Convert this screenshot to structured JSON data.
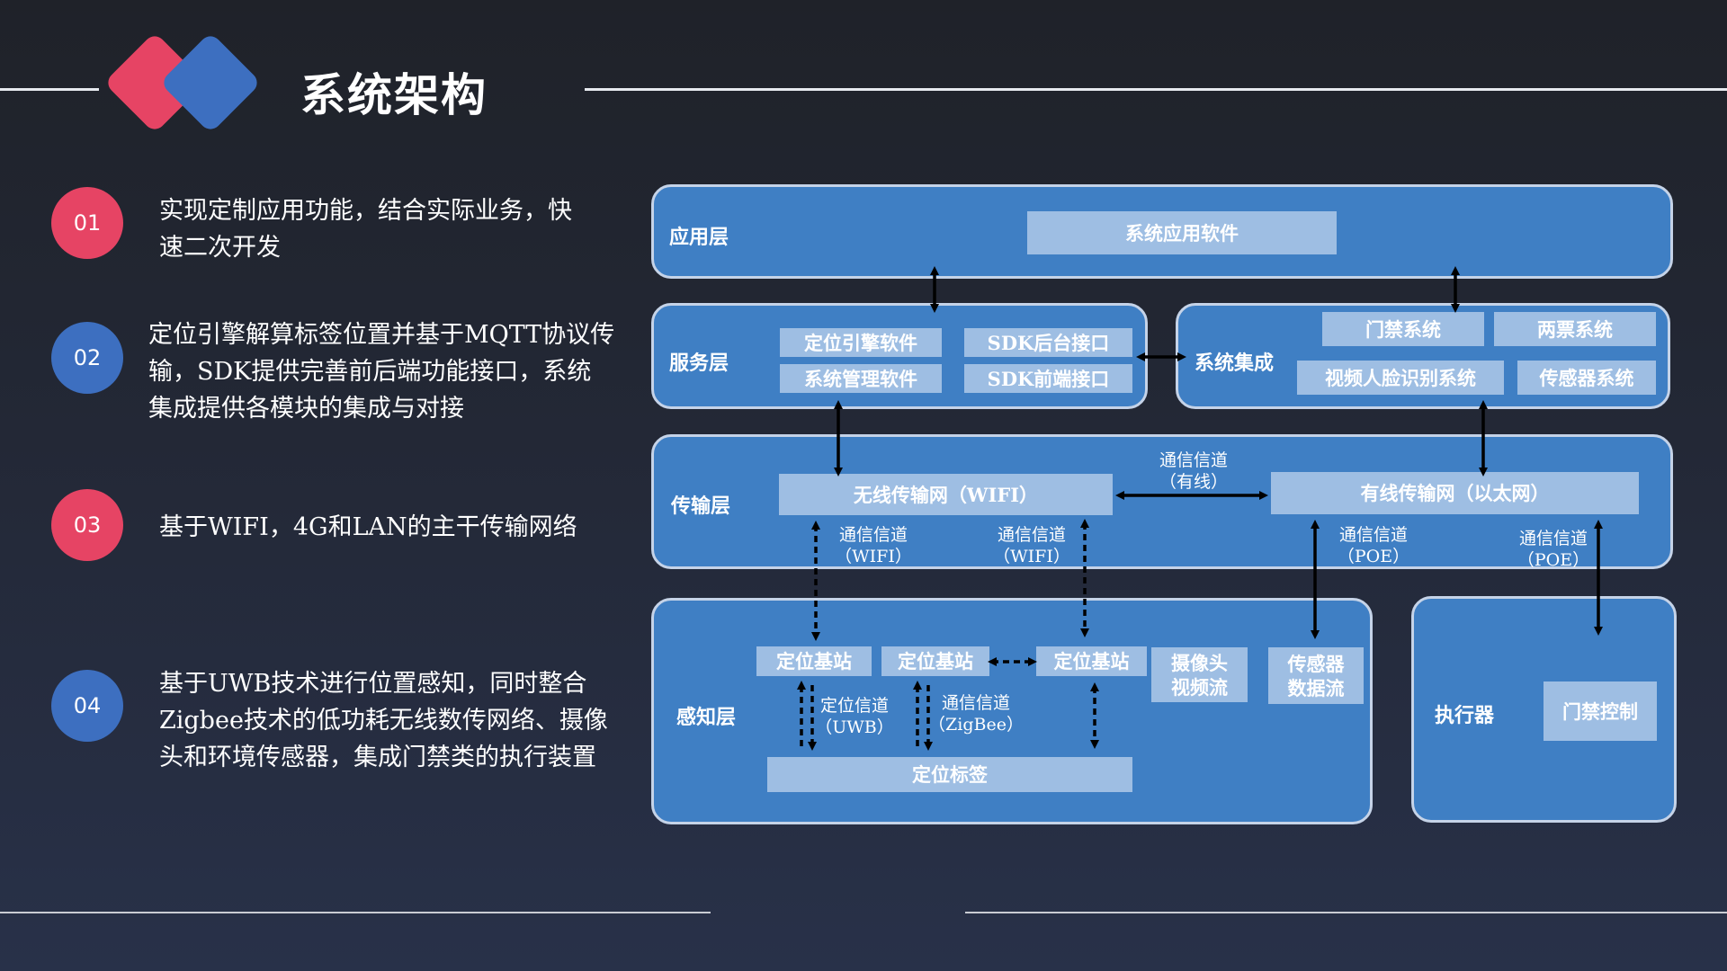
{
  "header": {
    "title": "系统架构",
    "logo_colors": {
      "left": "#e64464",
      "right": "#3d6fc0"
    }
  },
  "points": [
    {
      "num": "01",
      "lines": [
        "实现定制应用功能，结合实际业务，快",
        "速二次开发"
      ]
    },
    {
      "num": "02",
      "lines": [
        "定位引擎解算标签位置并基于MQTT协议传",
        "输，SDK提供完善前后端功能接口，系统",
        "集成提供各模块的集成与对接"
      ]
    },
    {
      "num": "03",
      "lines": [
        "基于WIFI，4G和LAN的主干传输网络"
      ]
    },
    {
      "num": "04",
      "lines": [
        "基于UWB技术进行位置感知，同时整合",
        "Zigbee技术的低功耗无线数传网络、摄像",
        "头和环境传感器，集成门禁类的执行装置"
      ]
    }
  ],
  "diagram": {
    "colors": {
      "layer": "#3f7fc4",
      "cell": "#9ebee3",
      "border": "#c5d3e8"
    },
    "app_layer": {
      "label": "应用层",
      "software": "系统应用软件"
    },
    "service_layer": {
      "label": "服务层",
      "items": [
        "定位引擎软件",
        "SDK后台接口",
        "系统管理软件",
        "SDK前端接口"
      ]
    },
    "integration": {
      "label": "系统集成",
      "items": [
        "门禁系统",
        "两票系统",
        "视频人脸识别系统",
        "传感器系统"
      ]
    },
    "transport_layer": {
      "label": "传输层",
      "wireless": "无线传输网（WIFI）",
      "wired": "有线传输网（以太网）",
      "link": [
        "通信信道",
        "（有线）"
      ]
    },
    "channels": {
      "wifi_1": [
        "通信信道",
        "（WIFI）"
      ],
      "wifi_2": [
        "通信信道",
        "（WIFI）"
      ],
      "poe_1": [
        "通信信道",
        "（POE）"
      ],
      "poe_2": [
        "通信信道",
        "（POE）"
      ],
      "uwb": [
        "定位信道",
        "（UWB）"
      ],
      "zigbee": [
        "通信信道",
        "（ZigBee）"
      ]
    },
    "perception_layer": {
      "label": "感知层",
      "stations": [
        "定位基站",
        "定位基站",
        "定位基站"
      ],
      "camera": [
        "摄像头",
        "视频流"
      ],
      "sensor": [
        "传感器",
        "数据流"
      ],
      "tag": "定位标签"
    },
    "actuator": {
      "label": "执行器",
      "door": "门禁控制"
    }
  }
}
